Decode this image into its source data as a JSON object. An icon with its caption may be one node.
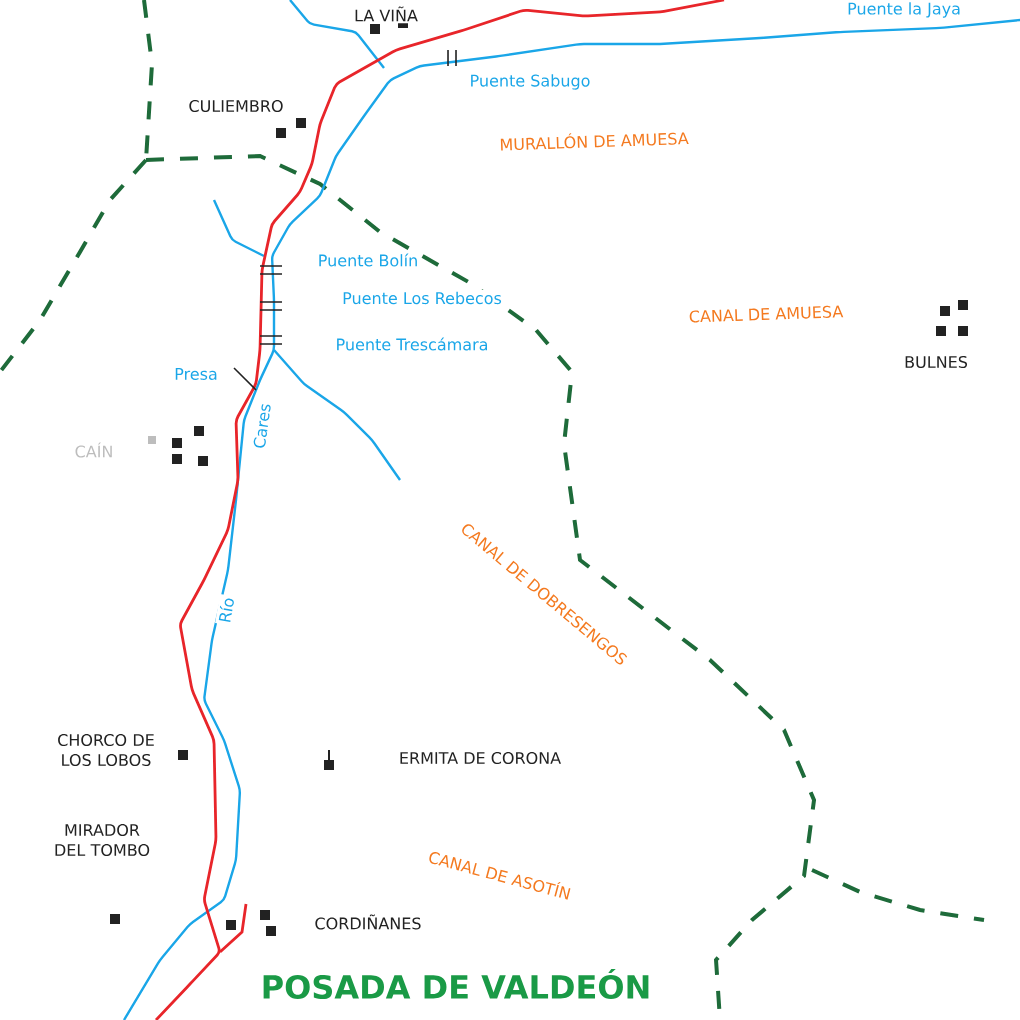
{
  "diagram": {
    "labels": [
      "LA VIÑA",
      "Puente la Jaya",
      "CULIEMBRO",
      "Puente Sabugo",
      "MURALLÓN DE AMUESA",
      "Puente Bolín",
      "Puente Los Rebecos",
      "CANAL DE AMUESA",
      "Puente Trescámara",
      "BULNES",
      "Presa",
      "CAÍN",
      "Cares",
      "CANAL DE DOBRESENGOS",
      "Río",
      "CHORCO DE LOS LOBOS",
      "ERMITA DE CORONA",
      "MIRADOR DEL TOMBO",
      "CANAL DE ASOTÍN",
      "CORDIÑANES",
      "POSADA DE VALDEÓN"
    ]
  }
}
